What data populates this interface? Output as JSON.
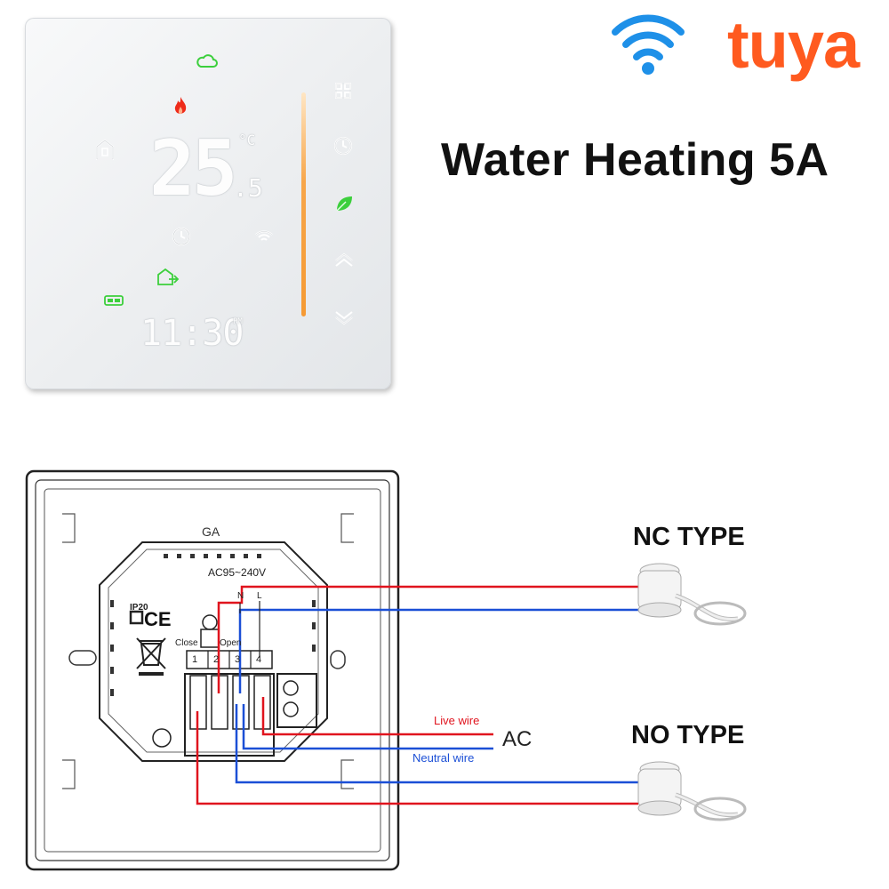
{
  "header": {
    "title": "Water Heating 5A",
    "brand": "tuya"
  },
  "thermostat": {
    "temperature_main": "25",
    "temperature_decimal": ".5",
    "unit": "°C",
    "clock": "11:30",
    "clock_suffix": "PM"
  },
  "backplate": {
    "model": "GA",
    "voltage": "AC95~240V",
    "ip_rating": "IP20",
    "ce_mark": "CE",
    "terminal_labels": {
      "n": "N",
      "l": "L",
      "close": "Close",
      "open": "Open"
    },
    "terminals": [
      "1",
      "2",
      "3",
      "4"
    ]
  },
  "wiring": {
    "nc_label": "NC TYPE",
    "no_label": "NO TYPE",
    "live_label": "Live wire",
    "neutral_label": "Neutral wire",
    "ac_label": "AC",
    "colors": {
      "live": "#e0141e",
      "neutral": "#1b4fd6",
      "brand": "#ff5a1f",
      "wifi": "#1e90e8"
    }
  },
  "icons": [
    "wifi-icon",
    "cloud-icon",
    "flame-icon",
    "home-icon",
    "grid-icon",
    "clock-icon",
    "leaf-icon",
    "chevron-up-icon",
    "chevron-down-icon",
    "wifi-small-icon",
    "away-icon",
    "battery-icon",
    "recycle-bin-icon"
  ]
}
